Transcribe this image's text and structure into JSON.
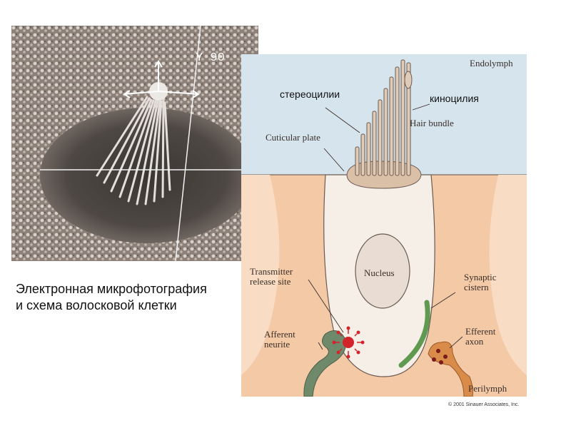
{
  "micrograph": {
    "scale_label": "Y 90"
  },
  "diagram": {
    "labels": {
      "endolymph": "Endolymph",
      "stereocilia_ru": "стереоцилии",
      "kinocilium_ru": "киноцилия",
      "hair_bundle": "Hair bundle",
      "cuticular_plate": "Cuticular plate",
      "nucleus": "Nucleus",
      "transmitter_line1": "Transmitter",
      "transmitter_line2": "release site",
      "synaptic_line1": "Synaptic",
      "synaptic_line2": "cistern",
      "afferent_line1": "Afferent",
      "afferent_line2": "neurite",
      "efferent_line1": "Efferent",
      "efferent_line2": "axon",
      "perilymph": "Perilymph"
    },
    "colors": {
      "endolymph_bg": "#d6e4ee",
      "perilymph_bg": "#f3c9a6",
      "cell_body": "#f6efe8",
      "nucleus": "#e9ddd3",
      "cilia": "#e0cbb6",
      "afferent": "#6e8a6a",
      "efferent": "#d98b4a",
      "synaptic_cistern": "#5f9a50",
      "transmitter_site": "#d3232b"
    },
    "copyright": "© 2001 Sinauer Associates, Inc."
  },
  "caption": {
    "line1": "Электронная микрофотография",
    "line2": "и схема волосковой клетки"
  }
}
